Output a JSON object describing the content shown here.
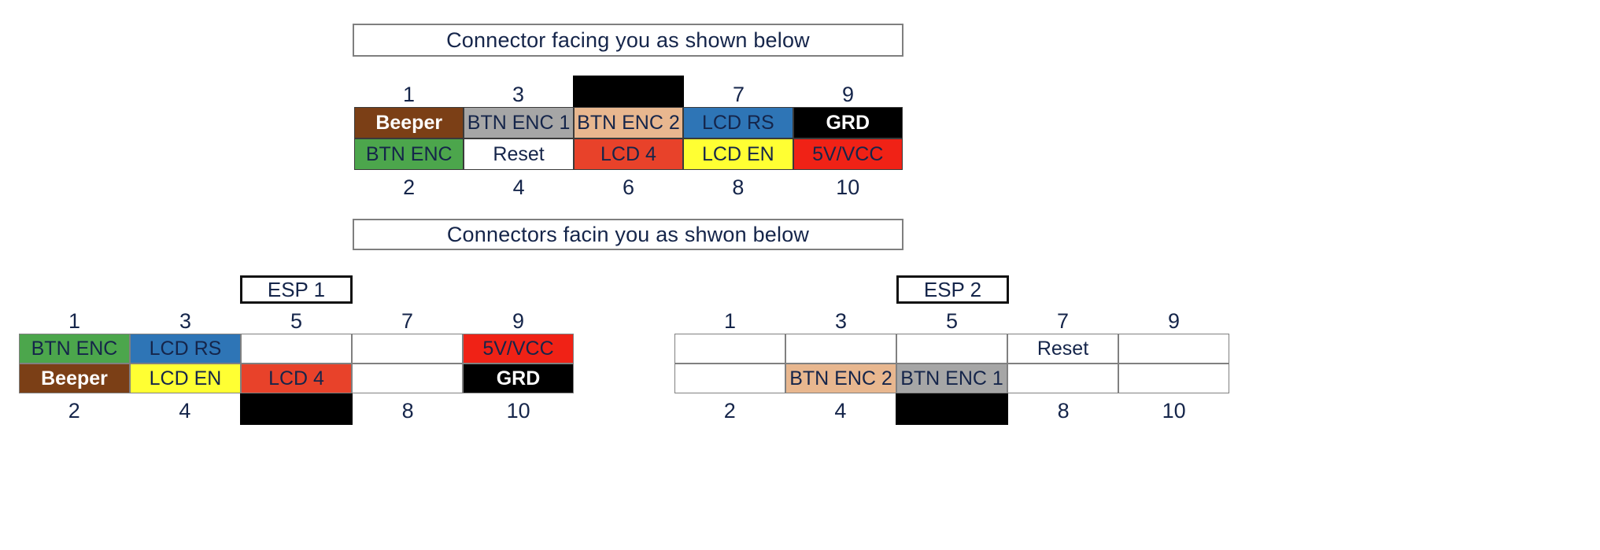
{
  "colors": {
    "brown": "#7b3f16",
    "gray": "#a6a6a6",
    "peach": "#e8b78f",
    "blue": "#2e75b6",
    "black": "#000000",
    "green": "#4ca64c",
    "white": "#ffffff",
    "red_orange": "#e8422a",
    "yellow": "#ffff33",
    "red": "#f02216",
    "text_dark": "#15254a",
    "text_light": "#ffffff",
    "border": "#3a3a3a"
  },
  "captions": {
    "top": "Connector facing you as shown below",
    "middle": "Connectors facin you as shwon below"
  },
  "labels": {
    "esp1": "ESP 1",
    "esp2": "ESP 2"
  },
  "main_connector": {
    "top_numbers": [
      "1",
      "3",
      "",
      "7",
      "9"
    ],
    "bottom_numbers": [
      "2",
      "4",
      "6",
      "8",
      "10"
    ],
    "notch_column": 2,
    "top_row": [
      {
        "text": "Beeper",
        "bg": "#7b3f16",
        "fg": "#ffffff",
        "bold": true
      },
      {
        "text": "BTN ENC 1",
        "bg": "#a6a6a6",
        "fg": "#15254a",
        "bold": false
      },
      {
        "text": "BTN ENC 2",
        "bg": "#e8b78f",
        "fg": "#15254a",
        "bold": false
      },
      {
        "text": "LCD RS",
        "bg": "#2e75b6",
        "fg": "#15254a",
        "bold": false
      },
      {
        "text": "GRD",
        "bg": "#000000",
        "fg": "#ffffff",
        "bold": true
      }
    ],
    "bottom_row": [
      {
        "text": "BTN ENC",
        "bg": "#4ca64c",
        "fg": "#15254a",
        "bold": false
      },
      {
        "text": "Reset",
        "bg": "#ffffff",
        "fg": "#15254a",
        "bold": false
      },
      {
        "text": "LCD 4",
        "bg": "#e8422a",
        "fg": "#15254a",
        "bold": false
      },
      {
        "text": "LCD EN",
        "bg": "#ffff33",
        "fg": "#15254a",
        "bold": false
      },
      {
        "text": "5V/VCC",
        "bg": "#f02216",
        "fg": "#15254a",
        "bold": false
      }
    ]
  },
  "esp1_connector": {
    "top_numbers": [
      "1",
      "3",
      "5",
      "7",
      "9"
    ],
    "bottom_numbers": [
      "2",
      "4",
      "",
      "8",
      "10"
    ],
    "notch_column": 2,
    "top_row": [
      {
        "text": "BTN ENC",
        "bg": "#4ca64c",
        "fg": "#15254a",
        "bold": false
      },
      {
        "text": "LCD RS",
        "bg": "#2e75b6",
        "fg": "#15254a",
        "bold": false
      },
      {
        "text": "",
        "bg": "#ffffff",
        "fg": "#15254a",
        "bold": false
      },
      {
        "text": "",
        "bg": "#ffffff",
        "fg": "#15254a",
        "bold": false
      },
      {
        "text": "5V/VCC",
        "bg": "#f02216",
        "fg": "#15254a",
        "bold": false
      }
    ],
    "bottom_row": [
      {
        "text": "Beeper",
        "bg": "#7b3f16",
        "fg": "#ffffff",
        "bold": true
      },
      {
        "text": "LCD EN",
        "bg": "#ffff33",
        "fg": "#15254a",
        "bold": false
      },
      {
        "text": "LCD 4",
        "bg": "#e8422a",
        "fg": "#15254a",
        "bold": false
      },
      {
        "text": "",
        "bg": "#ffffff",
        "fg": "#15254a",
        "bold": false
      },
      {
        "text": "GRD",
        "bg": "#000000",
        "fg": "#ffffff",
        "bold": true
      }
    ]
  },
  "esp2_connector": {
    "top_numbers": [
      "1",
      "3",
      "5",
      "7",
      "9"
    ],
    "bottom_numbers": [
      "2",
      "4",
      "",
      "8",
      "10"
    ],
    "notch_column": 2,
    "top_row": [
      {
        "text": "",
        "bg": "#ffffff",
        "fg": "#15254a",
        "bold": false
      },
      {
        "text": "",
        "bg": "#ffffff",
        "fg": "#15254a",
        "bold": false
      },
      {
        "text": "",
        "bg": "#ffffff",
        "fg": "#15254a",
        "bold": false
      },
      {
        "text": "Reset",
        "bg": "#ffffff",
        "fg": "#15254a",
        "bold": false
      },
      {
        "text": "",
        "bg": "#ffffff",
        "fg": "#15254a",
        "bold": false
      }
    ],
    "bottom_row": [
      {
        "text": "",
        "bg": "#ffffff",
        "fg": "#15254a",
        "bold": false
      },
      {
        "text": "BTN ENC 2",
        "bg": "#e8b78f",
        "fg": "#15254a",
        "bold": false
      },
      {
        "text": "BTN ENC 1",
        "bg": "#a6a6a6",
        "fg": "#15254a",
        "bold": false
      },
      {
        "text": "",
        "bg": "#ffffff",
        "fg": "#15254a",
        "bold": false
      },
      {
        "text": "",
        "bg": "#ffffff",
        "fg": "#15254a",
        "bold": false
      }
    ]
  }
}
